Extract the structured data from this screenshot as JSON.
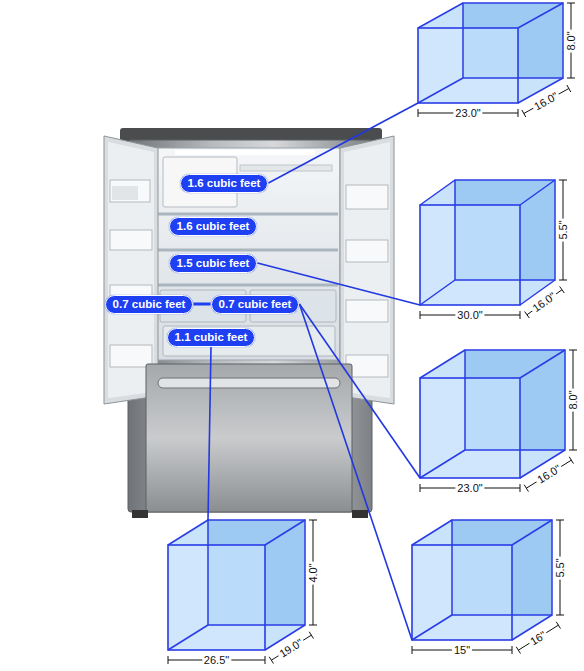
{
  "diagram": {
    "nodes": [
      {
        "text": [
          "1.6 cubic feet"
        ]
      },
      {
        "text": [
          "1.6 cubic feet"
        ]
      },
      {
        "text": [
          "1.5 cubic feet"
        ]
      },
      {
        "text": [
          "0.7 cubic feet"
        ]
      },
      {
        "text": [
          "0.7 cubic feet"
        ]
      },
      {
        "text": [
          "1.1 cubic feet"
        ]
      }
    ],
    "edges": [
      {
        "from": 3,
        "to": 4,
        "arrow": "none"
      }
    ],
    "labels": [
      "8.0\"",
      "16.0\"",
      "23.0\"",
      "5.5\"",
      "16.0\"",
      "30.0\"",
      "8.0\"",
      "16.0\"",
      "23.0\"",
      "4.0\"",
      "19.0\"",
      "26.5\"",
      "5.5\"",
      "16\"",
      "15\""
    ]
  }
}
